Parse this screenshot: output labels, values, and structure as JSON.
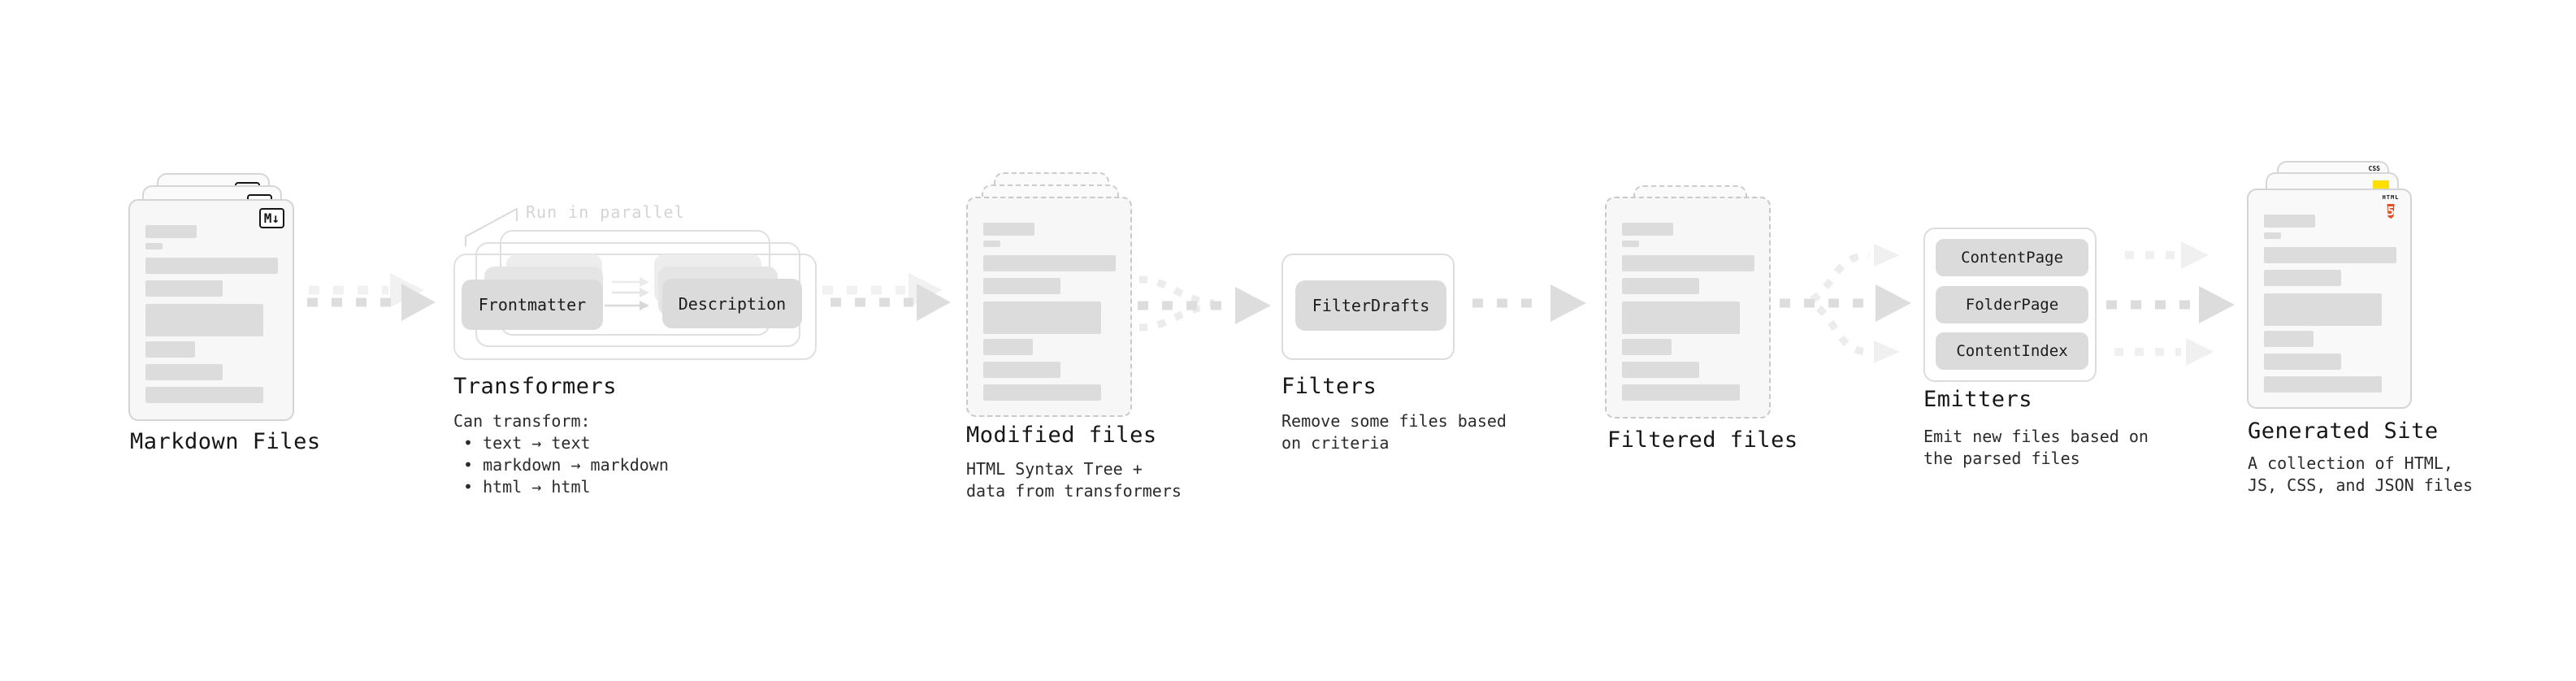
{
  "colors": {
    "background": "#ffffff",
    "card_bg": "#f7f7f7",
    "card_back_bg": "#fafafa",
    "card_border": "#d4d4d4",
    "dashed_border": "#c9c9c9",
    "skeleton_bar": "#dcdcdc",
    "container_border": "#e0e0e0",
    "pill_bg": "#dbdbdb",
    "title_text": "#161616",
    "caption_text": "#2b2b2b",
    "faint_text": "#d4d4d4",
    "arrow_dark": "#dddddd",
    "arrow_light": "#f0f0f0",
    "html5_orange": "#e44d26",
    "js_yellow": "#ffdf00",
    "css_blue": "#2d63f1"
  },
  "stages": {
    "markdown_files": {
      "title": "Markdown Files",
      "badge": "M↓"
    },
    "transformers": {
      "title": "Transformers",
      "note": "Run in parallel",
      "pill_left": "Frontmatter",
      "pill_right": "Description",
      "caption": "Can transform:",
      "bullets": [
        "• text → text",
        "• markdown → markdown",
        "• html → html"
      ]
    },
    "modified_files": {
      "title": "Modified files",
      "caption_lines": [
        "HTML Syntax Tree +",
        "data from transformers"
      ]
    },
    "filters": {
      "title": "Filters",
      "pill": "FilterDrafts",
      "caption_lines": [
        "Remove some files based",
        "on criteria"
      ]
    },
    "filtered_files": {
      "title": "Filtered files"
    },
    "emitters": {
      "title": "Emitters",
      "pills": [
        "ContentPage",
        "FolderPage",
        "ContentIndex"
      ],
      "caption_lines": [
        "Emit new files based on",
        "the parsed files"
      ]
    },
    "generated_site": {
      "title": "Generated Site",
      "css_badge": "CSS",
      "html_badge_label": "HTML",
      "html_badge_number": "5",
      "caption_lines": [
        "A collection of HTML,",
        "JS, CSS, and JSON files"
      ]
    }
  }
}
